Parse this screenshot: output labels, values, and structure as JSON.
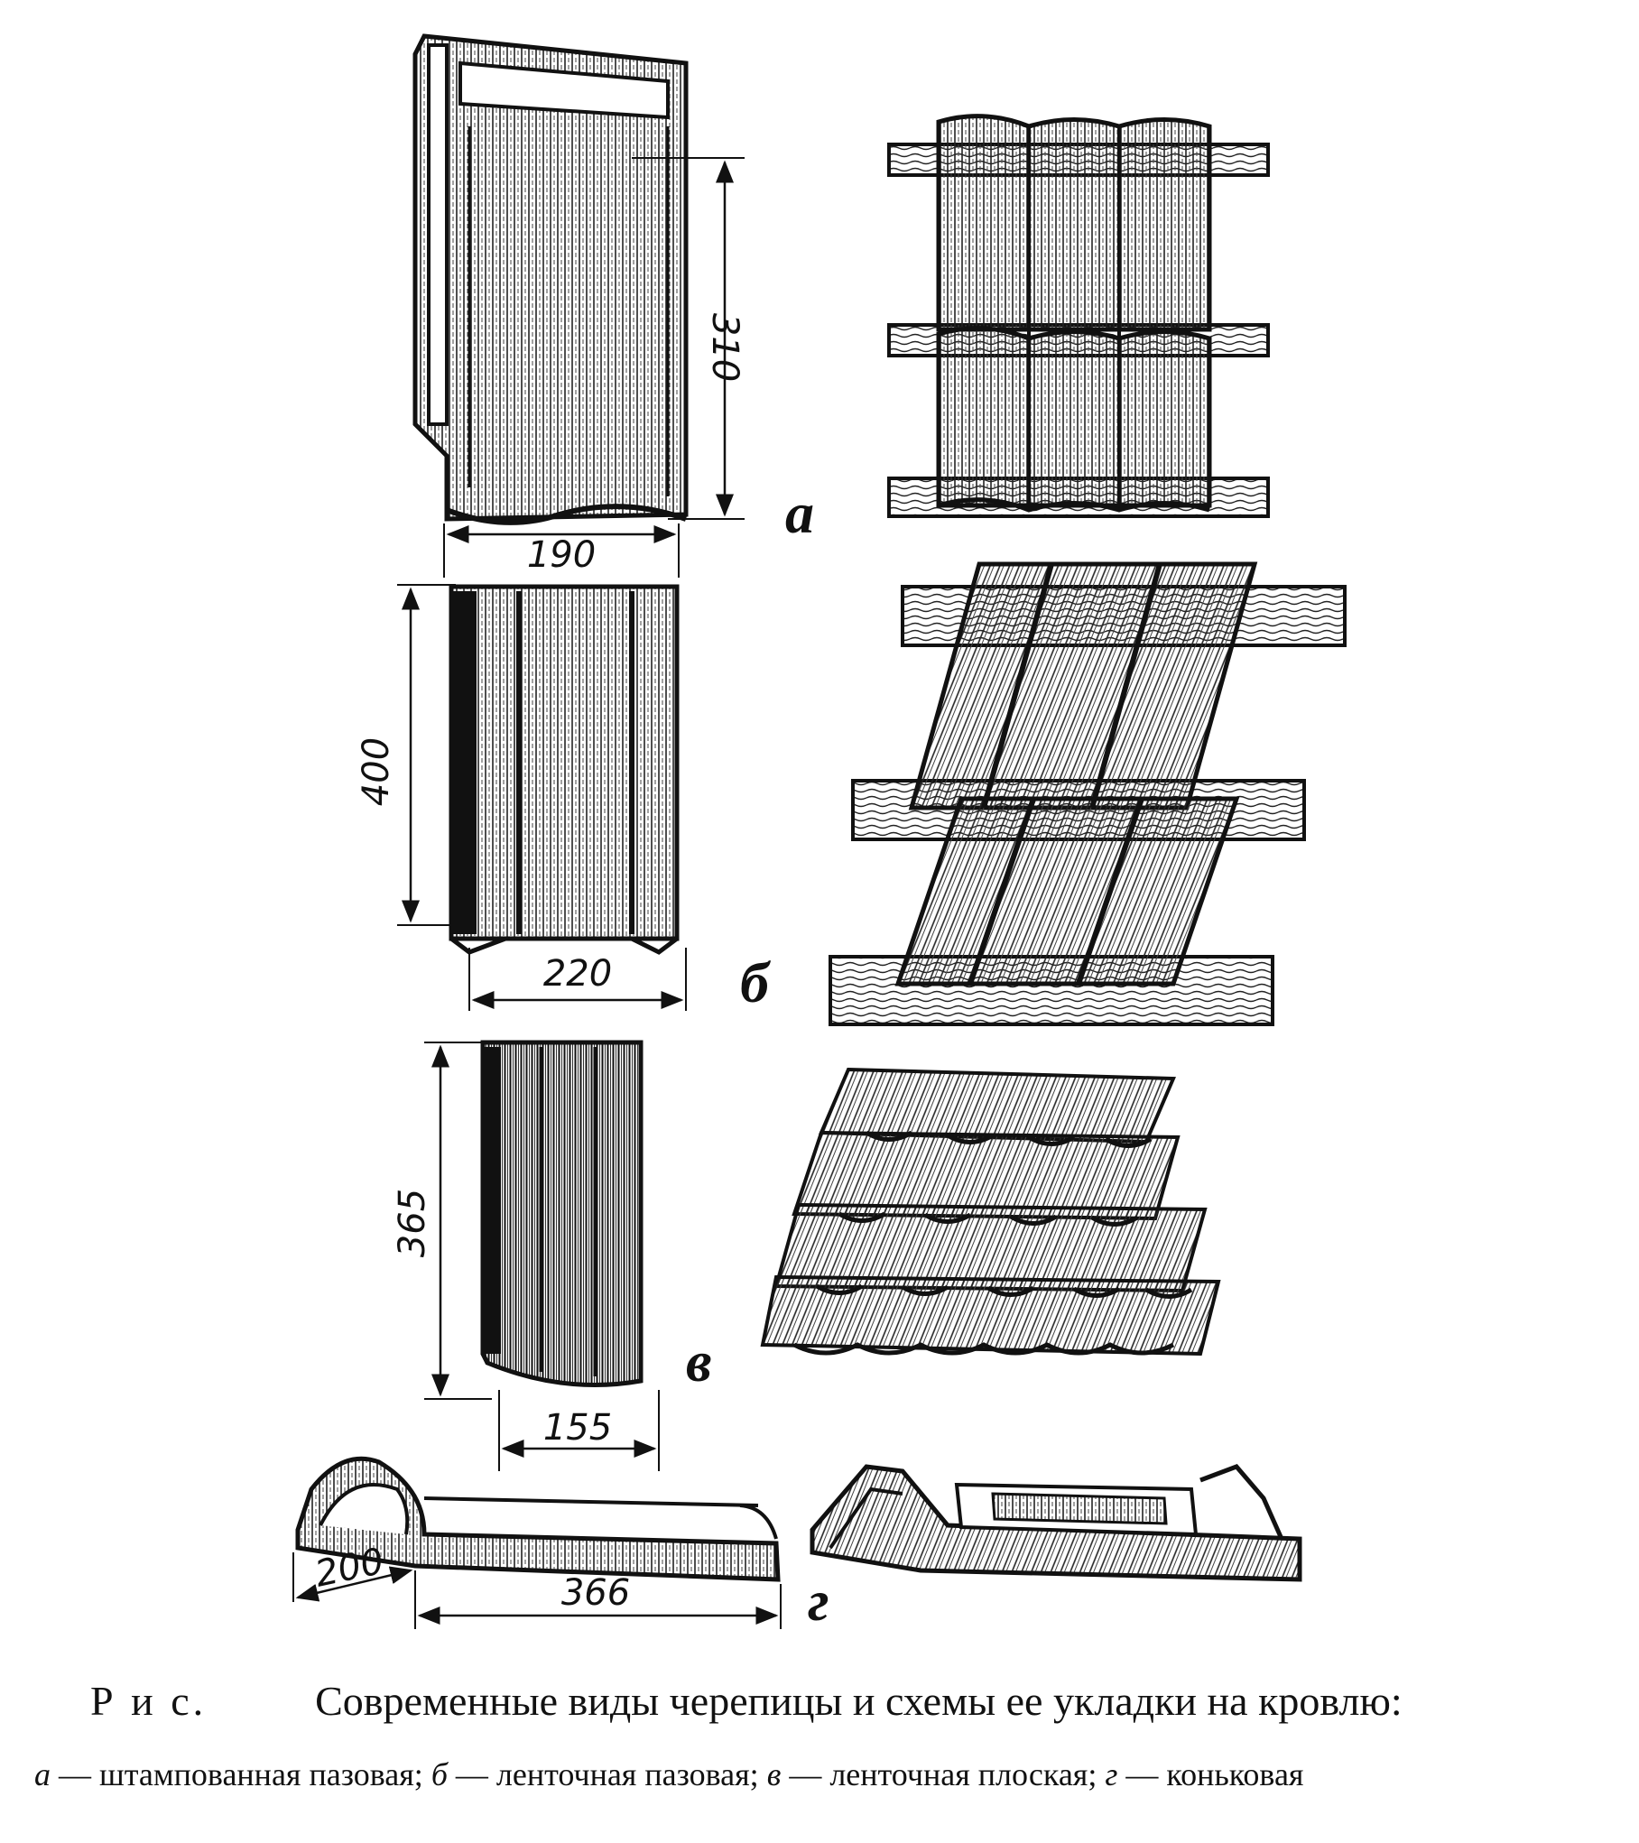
{
  "figure": {
    "parts": [
      {
        "letter": "а",
        "dimensions": [
          "310",
          "190"
        ]
      },
      {
        "letter": "б",
        "dimensions": [
          "400",
          "220"
        ]
      },
      {
        "letter": "в",
        "dimensions": [
          "365",
          "155"
        ]
      },
      {
        "letter": "г",
        "dimensions": [
          "200",
          "366"
        ]
      }
    ]
  },
  "caption": {
    "label": "Р и с.",
    "title": "Современные виды черепицы и схемы ее укладки на кровлю:",
    "legend": [
      {
        "letter": "а",
        "text": "штампованная пазовая;"
      },
      {
        "letter": "б",
        "text": "ленточная пазовая;"
      },
      {
        "letter": "в",
        "text": "ленточная плоская;"
      },
      {
        "letter": "г",
        "text": "коньковая"
      }
    ]
  }
}
